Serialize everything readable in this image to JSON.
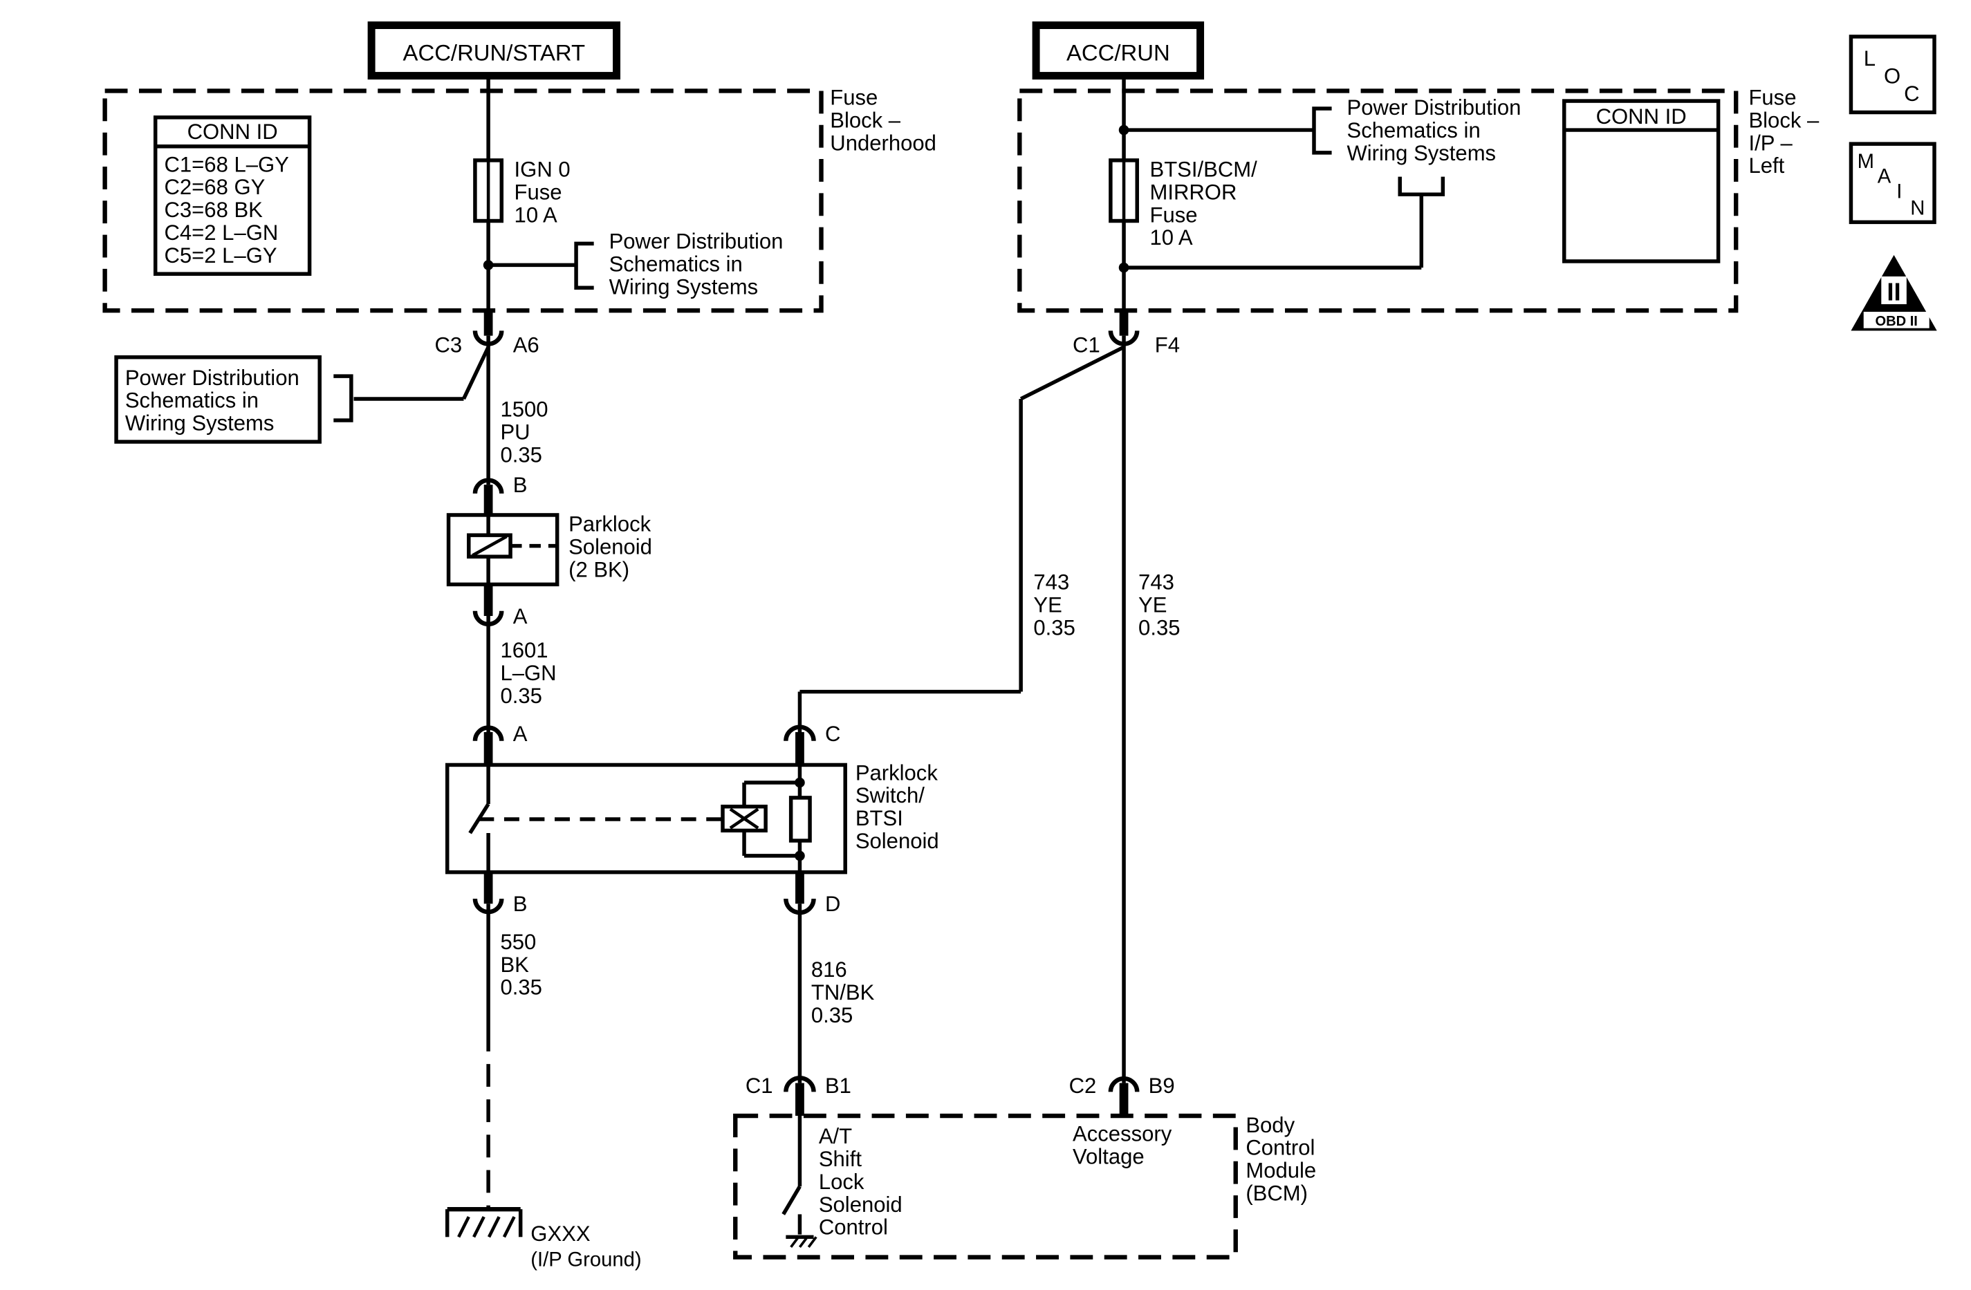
{
  "power_sources": {
    "acc_run_start": "ACC/RUN/START",
    "acc_run": "ACC/RUN"
  },
  "fuse_block_underhood": {
    "name_lines": [
      "Fuse",
      "Block –",
      "Underhood"
    ],
    "conn_id": {
      "title": "CONN ID",
      "entries": [
        "C1=68 L–GY",
        "C2=68 GY",
        "C3=68 BK",
        "C4=2 L–GN",
        "C5=2 L–GY"
      ]
    },
    "fuse_lines": [
      "IGN 0",
      "Fuse",
      "10 A"
    ],
    "power_dist_lines": [
      "Power Distribution",
      "Schematics in",
      "Wiring Systems"
    ]
  },
  "fuse_block_ip": {
    "name_lines": [
      "Fuse",
      "Block –",
      "I/P –",
      "Left"
    ],
    "conn_id_title": "CONN ID",
    "fuse_lines": [
      "BTSI/BCM/",
      "MIRROR",
      "Fuse",
      "10 A"
    ],
    "power_dist_lines": [
      "Power Distribution",
      "Schematics in",
      "Wiring Systems"
    ]
  },
  "external_power_dist_lines": [
    "Power Distribution",
    "Schematics in",
    "Wiring Systems"
  ],
  "connectors": {
    "c3": "C3",
    "a6": "A6",
    "c1_top": "C1",
    "f4": "F4",
    "b_sol": "B",
    "a_sol": "A",
    "a_sw": "A",
    "c_sw": "C",
    "b_sw": "B",
    "d_sw": "D",
    "c1_bot": "C1",
    "b1": "B1",
    "c2": "C2",
    "b9": "B9"
  },
  "wires": {
    "w1500": [
      "1500",
      "PU",
      "0.35"
    ],
    "w1601": [
      "1601",
      "L–GN",
      "0.35"
    ],
    "w743a": [
      "743",
      "YE",
      "0.35"
    ],
    "w743b": [
      "743",
      "YE",
      "0.35"
    ],
    "w550": [
      "550",
      "BK",
      "0.35"
    ],
    "w816": [
      "816",
      "TN/BK",
      "0.35"
    ]
  },
  "parklock_solenoid_lines": [
    "Parklock",
    "Solenoid",
    "(2 BK)"
  ],
  "parklock_switch_lines": [
    "Parklock",
    "Switch/",
    "BTSI",
    "Solenoid"
  ],
  "bcm": {
    "name_lines": [
      "Body",
      "Control",
      "Module",
      "(BCM)"
    ],
    "shift_lock_lines": [
      "A/T",
      "Shift",
      "Lock",
      "Solenoid",
      "Control"
    ],
    "accessory_lines": [
      "Accessory",
      "Voltage"
    ]
  },
  "ground": {
    "id": "GXXX",
    "desc": "(I/P Ground)"
  },
  "icons": {
    "loc_letters": [
      "L",
      "O",
      "C"
    ],
    "main_letters": [
      "M",
      "A",
      "I",
      "N"
    ],
    "obd_roman": "II",
    "obd_label": "OBD II"
  }
}
